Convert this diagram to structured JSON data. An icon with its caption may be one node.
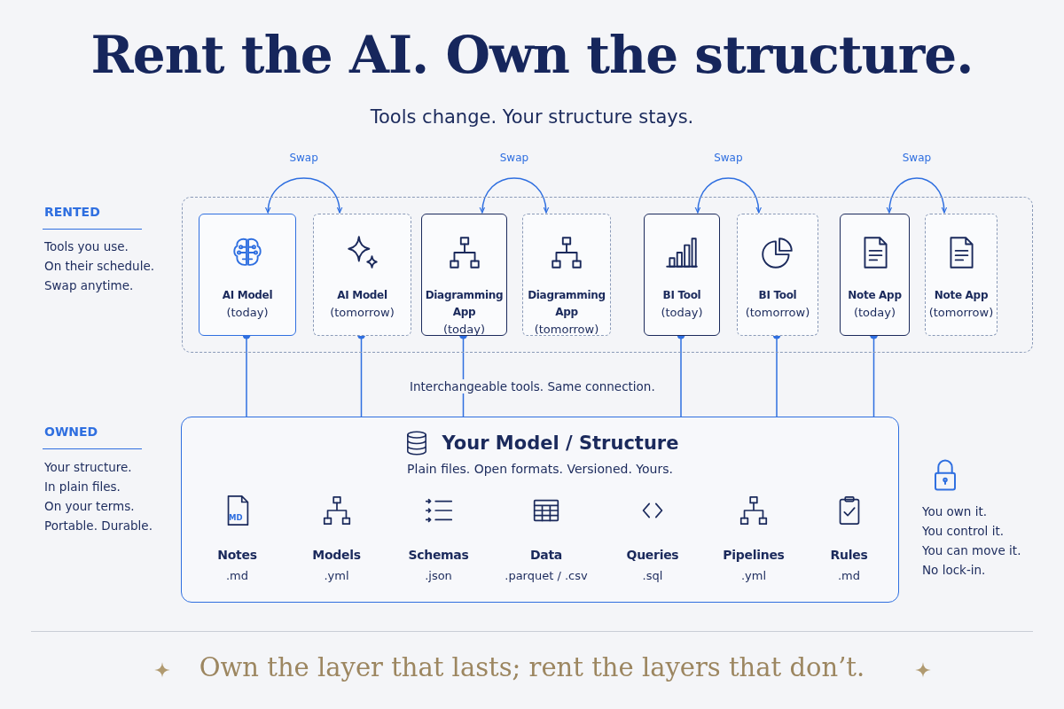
{
  "diagram": {
    "title": "Rent the AI. Own the structure.",
    "caption": "Own the layer that lasts; rent the layers that don’t.",
    "nodes": [
      {
        "text": [],
        "shape": "box"
      },
      {
        "text": [
          "AI Model",
          "(today)"
        ],
        "in": 0
      },
      {
        "text": [
          "AI Model",
          "(tomorrow)"
        ],
        "in": 0
      },
      {
        "text": [
          "Diagramming App",
          "(today)"
        ],
        "in": 0
      },
      {
        "text": [
          "Diagramming App",
          "(tomorrow)"
        ],
        "in": 0
      },
      {
        "text": [
          "BI Tool",
          "(today)"
        ],
        "in": 0
      },
      {
        "text": [
          "BI Tool",
          "(tomorrow)"
        ],
        "in": 0
      },
      {
        "text": [
          "Note App",
          "(today)"
        ],
        "in": 0
      },
      {
        "text": [
          "Note App",
          "(tomorrow)"
        ],
        "in": 0
      },
      {
        "text": [
          "Your Model / Structure",
          "Plain files. Open formats. Versioned. Yours."
        ]
      },
      {
        "text": [
          "Notes",
          ".md"
        ],
        "in": 9
      },
      {
        "text": [
          "Models",
          ".yml"
        ],
        "in": 9
      },
      {
        "text": [
          "Schemas",
          ".json"
        ],
        "in": 9
      },
      {
        "text": [
          "Data",
          ".parquet / .csv"
        ],
        "in": 9
      },
      {
        "text": [
          "Queries",
          ".sql"
        ],
        "in": 9
      },
      {
        "text": [
          "Pipelines",
          ".yml"
        ],
        "in": 9
      },
      {
        "text": [
          "Rules",
          ".md"
        ],
        "in": 9
      }
    ],
    "edges": [
      {
        "from": 1,
        "to": 2,
        "arrow": "both",
        "label": "Swap"
      },
      {
        "from": 3,
        "to": 4,
        "arrow": "both",
        "label": "Swap"
      },
      {
        "from": 5,
        "to": 6,
        "arrow": "both",
        "label": "Swap"
      },
      {
        "from": 7,
        "to": 8,
        "arrow": "both",
        "label": "Swap"
      },
      {
        "from": 9,
        "to": 1,
        "arrow": "other"
      },
      {
        "from": 9,
        "to": 2,
        "arrow": "other"
      },
      {
        "from": 9,
        "to": 3,
        "arrow": "other"
      },
      {
        "from": 9,
        "to": 5,
        "arrow": "other"
      },
      {
        "from": 9,
        "to": 6,
        "arrow": "other"
      },
      {
        "from": 9,
        "to": 7,
        "arrow": "other"
      }
    ],
    "labels": [
      "Tools change. Your structure stays.",
      "RENTED",
      "Tools you use.",
      "On their schedule.",
      "Swap anytime.",
      "Interchangeable tools. Same connection.",
      "OWNED",
      "Your structure.",
      "In plain files.",
      "On your terms.",
      "Portable. Durable.",
      "MD",
      "You own it.",
      "You control it.",
      "You can move it.",
      "No lock-in."
    ]
  }
}
